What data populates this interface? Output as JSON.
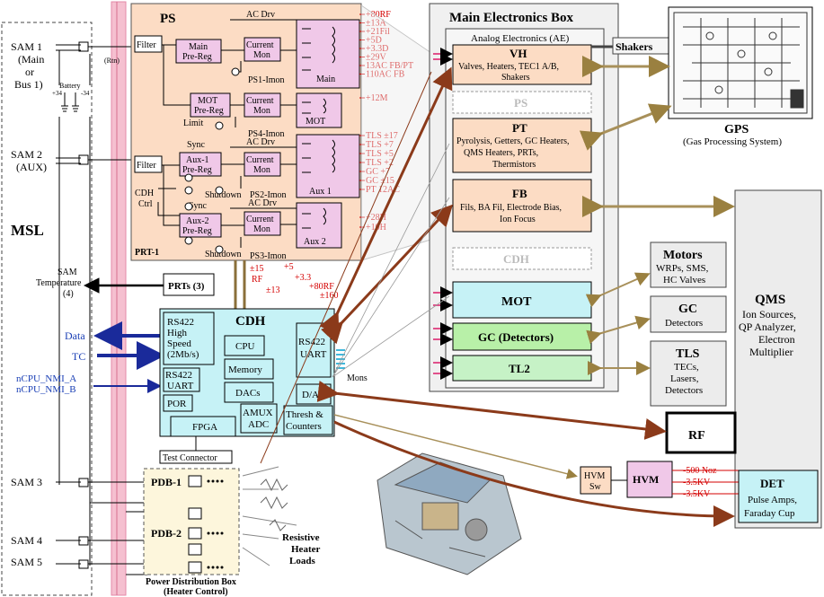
{
  "msl": {
    "title": "MSL",
    "sam1": [
      "SAM 1",
      "(Main",
      "or",
      "Bus 1)"
    ],
    "sam2": [
      "SAM 2",
      "(AUX)"
    ],
    "sam3": "SAM 3",
    "sam4": "SAM 4",
    "sam5": "SAM 5",
    "battery": "Battery",
    "battery_left": "+34",
    "battery_right": "-34",
    "rtn": "(Rtn)",
    "sam_temp": [
      "SAM",
      "Temperature",
      "(4)"
    ],
    "data": "Data",
    "tc": "TC",
    "nmi_a": "nCPU_NMI_A",
    "nmi_b": "nCPU_NMI_B"
  },
  "ps": {
    "title": "PS",
    "filter": "Filter",
    "main_prereg": [
      "Main",
      "Pre-Reg"
    ],
    "current_mon": [
      "Current",
      "Mon"
    ],
    "mot_prereg": [
      "MOT",
      "Pre-Reg"
    ],
    "aux1_prereg": [
      "Aux-1",
      "Pre-Reg"
    ],
    "aux2_prereg": [
      "Aux-2",
      "Pre-Reg"
    ],
    "ac_drv": "AC Drv",
    "ps1_imon": "PS1-Imon",
    "ps2_imon": "PS2-Imon",
    "ps3_imon": "PS3-Imon",
    "ps4_imon": "PS4-Imon",
    "limit": "Limit",
    "sync": "Sync",
    "shutdown": "Shutdown",
    "cdh_ctrl": [
      "CDH",
      "Ctrl"
    ],
    "main": "Main",
    "mot": "MOT",
    "aux1": "Aux 1",
    "aux2": "Aux 2",
    "prt1": "PRT-1",
    "rails_main": [
      "+80RF",
      "±13A",
      "+21Fil",
      "+5D",
      "+3.3D",
      "±29V",
      "13AC FB/PT",
      "110AC FB"
    ],
    "rails_mot": [
      "+12M"
    ],
    "rails_aux1": [
      "TLS ±17",
      "TLS +7",
      "TLS +5",
      "TLS +2",
      "GC +7",
      "GC ±15",
      "PT 12AC"
    ],
    "rails_aux2": [
      "+28H",
      "+10H"
    ]
  },
  "cdh": {
    "title": "CDH",
    "rs422_hs": [
      "RS422",
      "High",
      "Speed",
      "(2Mb/s)"
    ],
    "rs422_uart": [
      "RS422",
      "UART"
    ],
    "rs422_uart2": [
      "RS422",
      "UART"
    ],
    "cpu": "CPU",
    "memory": "Memory",
    "dacs": "DACs",
    "por": "POR",
    "amux": [
      "AMUX",
      "ADC"
    ],
    "das": "D/As",
    "thresh": [
      "Thresh &",
      "Counters"
    ],
    "fpga": "FPGA",
    "test_connector": "Test Connector",
    "prts": "PRTs (3)",
    "mons": "Mons",
    "supplies": [
      "±15",
      "RF",
      "±13",
      "+5",
      "+3.3",
      "+80RF",
      "±160"
    ]
  },
  "pdb": {
    "pdb1": "PDB-1",
    "pdb2": "PDB-2",
    "box_label": [
      "Power Distribution Box",
      "(Heater Control)"
    ],
    "heater": [
      "Resistive",
      "Heater",
      "Loads"
    ]
  },
  "meb": {
    "title": "Main Electronics Box",
    "ae": "Analog Electronics (AE)",
    "vh": "VH",
    "vh_desc": [
      "Valves, Heaters, TEC1 A/B,",
      "Shakers"
    ],
    "ps": "PS",
    "pt": "PT",
    "pt_desc": [
      "Pyrolysis, Getters, GC Heaters,",
      "QMS Heaters, PRTs,",
      "Thermistors"
    ],
    "fb": "FB",
    "fb_desc": [
      "Fils, BA Fil, Electrode Bias,",
      "Ion Focus"
    ],
    "cdh": "CDH",
    "mot": "MOT",
    "gc": "GC (Detectors)",
    "tl2": "TL2"
  },
  "right": {
    "shakers": "Shakers",
    "gps": "GPS",
    "gps_sub": "(Gas Processing System)",
    "motors": "Motors",
    "motors_desc": [
      "WRPs, SMS,",
      "HC Valves"
    ],
    "gc": "GC",
    "gc_desc": "Detectors",
    "tls": "TLS",
    "tls_desc": [
      "TECs,",
      "Lasers,",
      "Detectors"
    ],
    "qms": "QMS",
    "qms_desc": [
      "Ion Sources,",
      "QP Analyzer,",
      "Electron",
      "Multiplier"
    ],
    "rf": "RF",
    "hvm_sw": [
      "HVM",
      "Sw"
    ],
    "hvm": "HVM",
    "hv": [
      "-500 Noz",
      "-3.5KV",
      "-3.5KV"
    ],
    "det": "DET",
    "det_desc": [
      "Pulse Amps,",
      "Faraday Cup"
    ]
  }
}
